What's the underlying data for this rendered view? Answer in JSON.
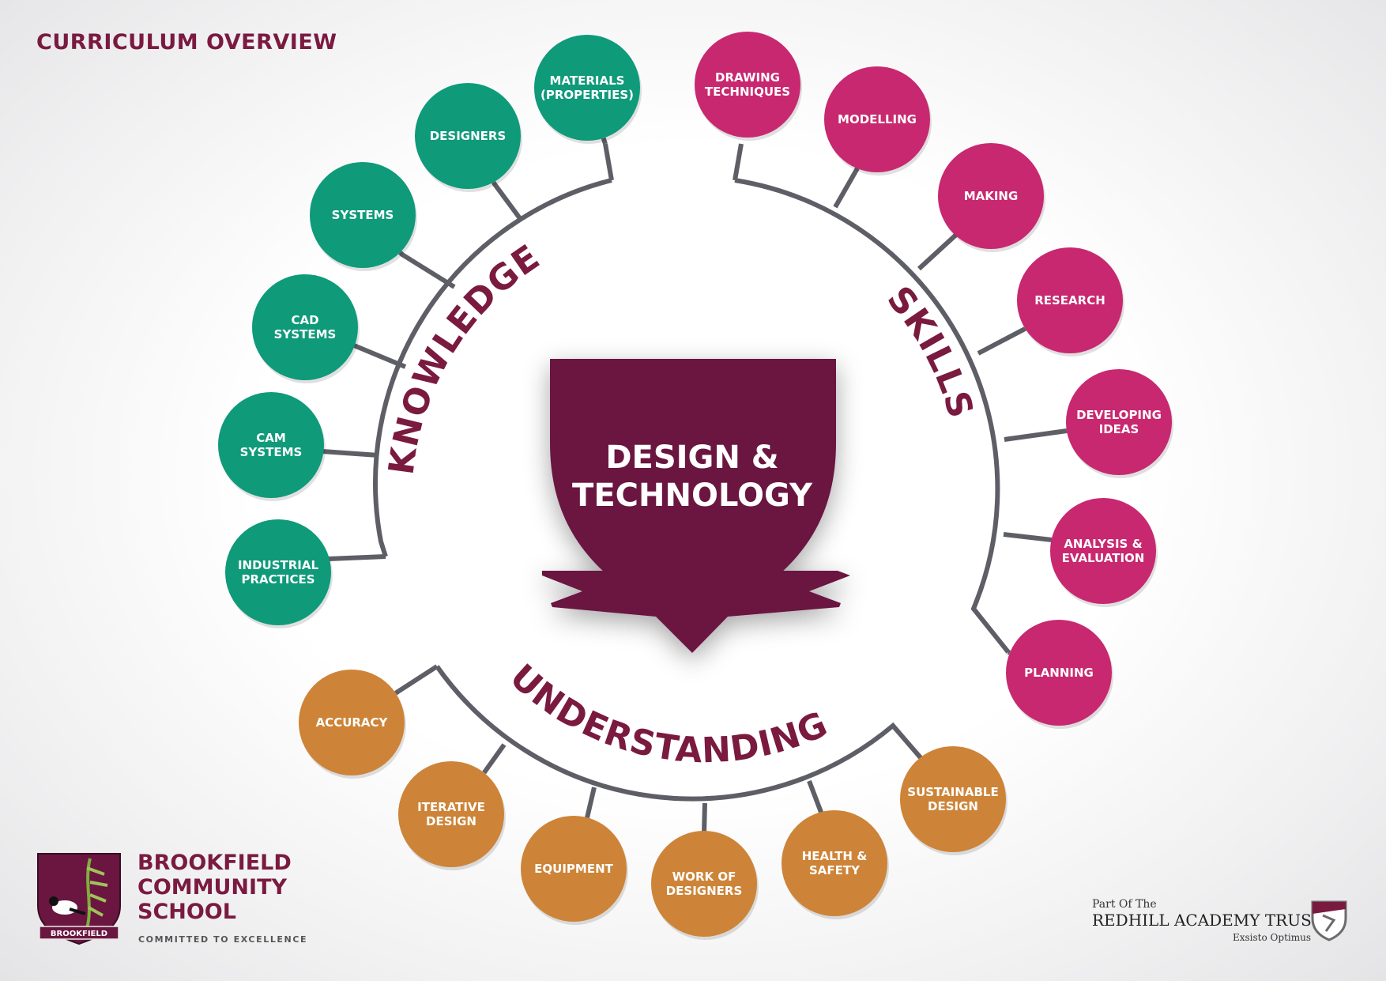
{
  "page_title": "CURRICULUM OVERVIEW",
  "center": {
    "line1": "DESIGN &",
    "line2": "TECHNOLOGY"
  },
  "colors": {
    "knowledge": "#0f9a7a",
    "skills": "#c8286f",
    "understanding": "#cd8438",
    "maroon": "#7a1a3f",
    "connector": "#5e5f66"
  },
  "sections": {
    "knowledge": {
      "label": "KNOWLEDGE",
      "nodes": [
        [
          "MATERIALS",
          "(PROPERTIES)"
        ],
        [
          "DESIGNERS"
        ],
        [
          "SYSTEMS"
        ],
        [
          "CAD",
          "SYSTEMS"
        ],
        [
          "CAM",
          "SYSTEMS"
        ],
        [
          "INDUSTRIAL",
          "PRACTICES"
        ]
      ]
    },
    "skills": {
      "label": "SKILLS",
      "nodes": [
        [
          "DRAWING",
          "TECHNIQUES"
        ],
        [
          "MODELLING"
        ],
        [
          "MAKING"
        ],
        [
          "RESEARCH"
        ],
        [
          "DEVELOPING",
          "IDEAS"
        ],
        [
          "ANALYSIS &",
          "EVALUATION"
        ],
        [
          "PLANNING"
        ]
      ]
    },
    "understanding": {
      "label": "UNDERSTANDING",
      "nodes": [
        [
          "ACCURACY"
        ],
        [
          "ITERATIVE",
          "DESIGN"
        ],
        [
          "EQUIPMENT"
        ],
        [
          "WORK OF",
          "DESIGNERS"
        ],
        [
          "HEALTH &",
          "SAFETY"
        ],
        [
          "SUSTAINABLE",
          "DESIGN"
        ]
      ]
    }
  },
  "school": {
    "name_lines": [
      "BROOKFIELD",
      "COMMUNITY",
      "SCHOOL"
    ],
    "motto": "COMMITTED TO EXCELLENCE",
    "crest_label": "BROOKFIELD"
  },
  "trust": {
    "pre": "Part Of The",
    "name": "REDHILL ACADEMY TRUST",
    "motto": "Exsisto Optimus"
  }
}
